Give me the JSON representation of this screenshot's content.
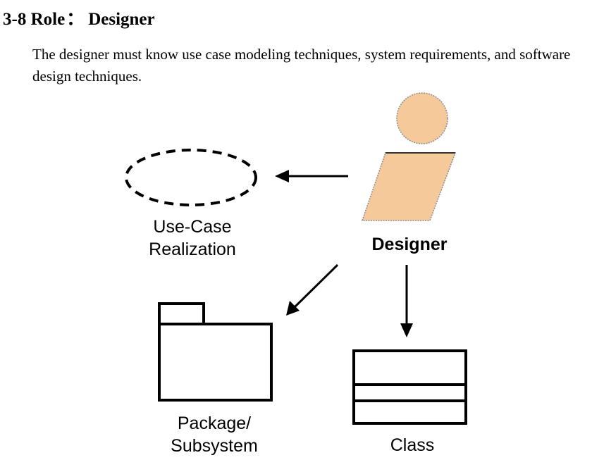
{
  "heading": {
    "number": "3-8",
    "role_label": "Role",
    "separator": "：",
    "role_name": "Designer"
  },
  "description": "The designer must know use case modeling techniques, system requirements, and software design techniques.",
  "diagram": {
    "worker": {
      "label": "Designer",
      "fill_color": "#f6c99b"
    },
    "use_case": {
      "label_line1": "Use-Case",
      "label_line2": "Realization"
    },
    "package": {
      "label_line1": "Package/",
      "label_line2": "Subsystem"
    },
    "class": {
      "label": "Class"
    }
  }
}
